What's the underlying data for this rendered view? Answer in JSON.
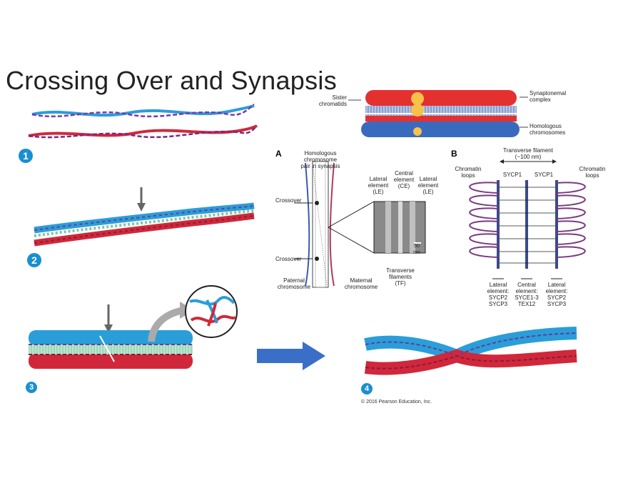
{
  "title": "Crossing Over and Synapsis",
  "steps": [
    "1",
    "2",
    "3",
    "4"
  ],
  "chromosome": {
    "sister_chromatids": "Sister\nchromatids",
    "synaptonemal_complex": "Synaptonemal\ncomplex",
    "homologous_chromosomes": "Homologous\nchromosomes"
  },
  "panel_a": {
    "letter": "A",
    "homologous_pair": "Homologous\nchromosome\npair in synapsis",
    "crossover_top": "Crossover",
    "crossover_bottom": "Crossover",
    "lateral_element_left": "Lateral\nelement\n(LE)",
    "central_element": "Central\nelement\n(CE)",
    "lateral_element_right": "Lateral\nelement\n(LE)",
    "scale": "50\nnm",
    "transverse_filaments": "Transverse\nfilaments\n(TF)",
    "paternal": "Paternal\nchromosome",
    "maternal": "Maternal\nchromosome"
  },
  "panel_b": {
    "letter": "B",
    "transverse_filament": "Transverse filament\n(~100 nm)",
    "chromatin_loops_left": "Chromatin\nloops",
    "chromatin_loops_right": "Chromatin\nloops",
    "sycp1_left": "SYCP1",
    "sycp1_right": "SYCP1",
    "lateral_left": "Lateral\nelement:\nSYCP2\nSYCP3",
    "central": "Central\nelement:\nSYCE1-3\nTEX12",
    "lateral_right": "Lateral\nelement:\nSYCP2\nSYCP3"
  },
  "copyright": "© 2016 Pearson Education, Inc.",
  "colors": {
    "maternal": "#d8202a",
    "paternal": "#2a8fd0",
    "purple": "#6a3a9a",
    "arrow": "#3a6fc8",
    "badge": "#1a8fd0"
  }
}
